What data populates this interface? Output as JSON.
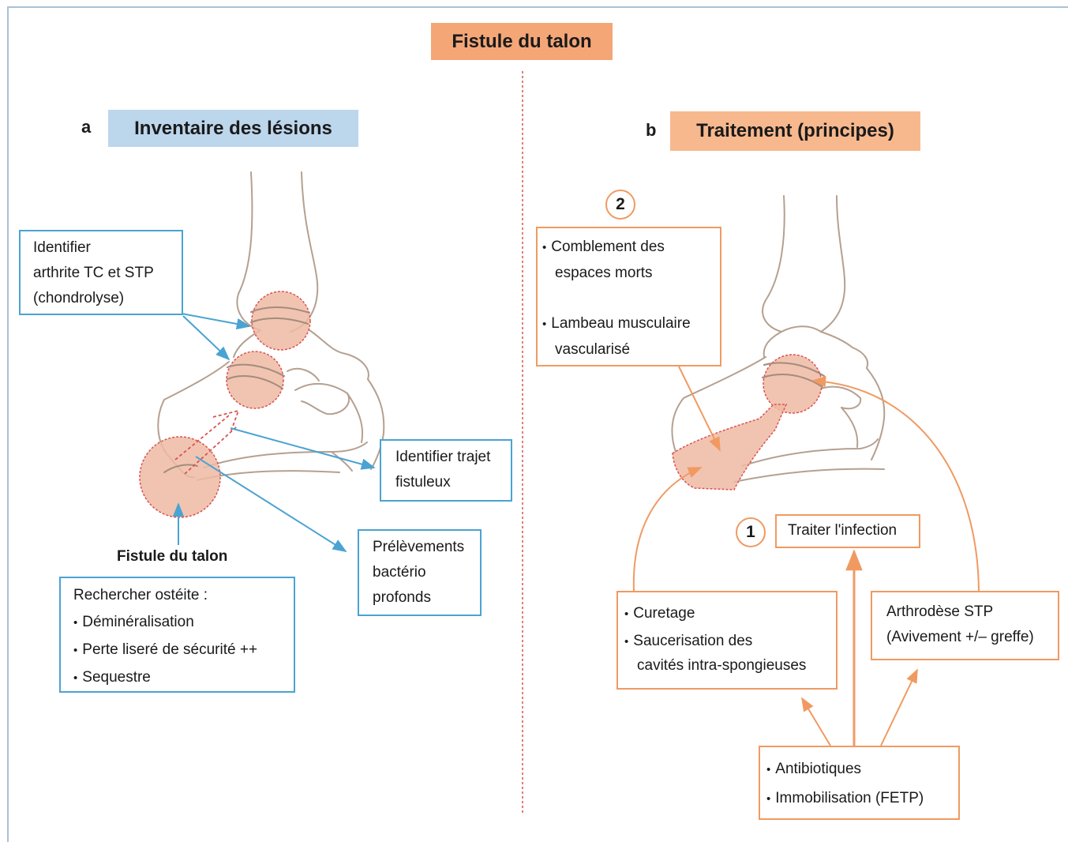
{
  "title": "Fistule du talon",
  "colors": {
    "blue": "#4aa3d2",
    "orange": "#f09a62",
    "lesion": "#efbaa3",
    "bone": "#b5a090",
    "blue_fill": "#bcd6ec",
    "orange_fill": "#f7b88e"
  },
  "left": {
    "letter": "a",
    "heading": "Inventaire des lésions",
    "arthritis_box": [
      "Identifier",
      "arthrite TC et STP",
      "(chondrolyse)"
    ],
    "trajet_box": [
      "Identifier trajet",
      "fistuleux"
    ],
    "prelev_box": [
      "Prélèvements",
      "bactério",
      "profonds"
    ],
    "fistula_label": "Fistule du talon",
    "osteitis_box": {
      "heading": "Rechercher ostéite :",
      "items": [
        "Déminéralisation",
        "Perte liseré de sécurité ++",
        "Sequestre"
      ]
    }
  },
  "right": {
    "letter": "b",
    "heading": "Traitement (principes)",
    "step2": "2",
    "fill_box": {
      "item1": [
        "Comblement des",
        "espaces morts"
      ],
      "item2": [
        "Lambeau musculaire",
        "vascularisé"
      ]
    },
    "step1": "1",
    "infection_box": "Traiter l'infection",
    "curetage_box": {
      "item1": "Curetage",
      "item2": [
        "Saucerisation des",
        "cavités intra-spongieuses"
      ]
    },
    "arthrodese_box": [
      "Arthrodèse STP",
      "(Avivement +/– greffe)"
    ],
    "meds_box": [
      "Antibiotiques",
      "Immobilisation (FETP)"
    ]
  }
}
